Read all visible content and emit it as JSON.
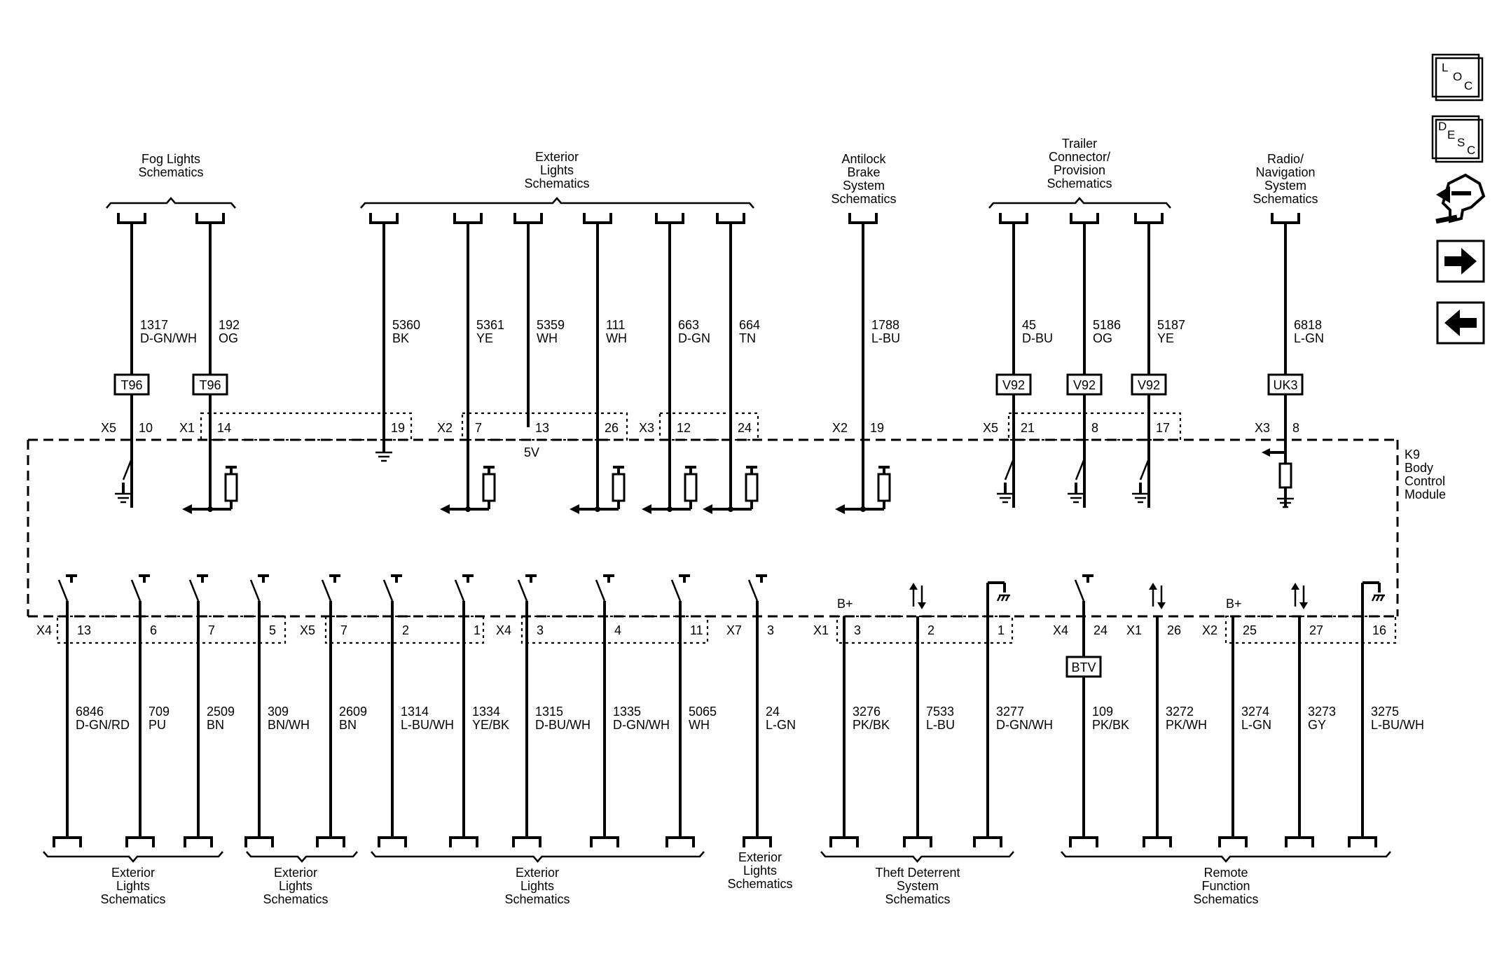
{
  "module": {
    "lines": [
      "K9",
      "Body",
      "Control",
      "Module"
    ]
  },
  "voltage_label": "5V",
  "bplus_label": "B+",
  "nav": {
    "loc": "LOC",
    "desc": "DESC"
  },
  "top_groups": [
    {
      "lines": [
        "Fog Lights",
        "Schematics"
      ]
    },
    {
      "lines": [
        "Exterior",
        "Lights",
        "Schematics"
      ]
    },
    {
      "lines": [
        "Antilock",
        "Brake",
        "System",
        "Schematics"
      ]
    },
    {
      "lines": [
        "Trailer",
        "Connector/",
        "Provision",
        "Schematics"
      ]
    },
    {
      "lines": [
        "Radio/",
        "Navigation",
        "System",
        "Schematics"
      ]
    }
  ],
  "bottom_groups": [
    {
      "lines": [
        "Exterior",
        "Lights",
        "Schematics"
      ]
    },
    {
      "lines": [
        "Exterior",
        "Lights",
        "Schematics"
      ]
    },
    {
      "lines": [
        "Exterior",
        "Lights",
        "Schematics"
      ]
    },
    {
      "lines": [
        "Exterior",
        "Lights",
        "Schematics"
      ]
    },
    {
      "lines": [
        "Theft Deterrent",
        "System",
        "Schematics"
      ]
    },
    {
      "lines": [
        "Remote",
        "Function",
        "Schematics"
      ]
    }
  ],
  "top_wires": [
    {
      "circuit": "1317",
      "color": "D-GN/WH",
      "splice": "T96",
      "connector": "X5",
      "pin": "10"
    },
    {
      "circuit": "192",
      "color": "OG",
      "splice": "T96",
      "connector": "X1",
      "pin": "14"
    },
    {
      "circuit": "5360",
      "color": "BK",
      "splice": "",
      "connector": "",
      "pin": "19"
    },
    {
      "circuit": "5361",
      "color": "YE",
      "splice": "",
      "connector": "X2",
      "pin": "7"
    },
    {
      "circuit": "5359",
      "color": "WH",
      "splice": "",
      "connector": "",
      "pin": "13"
    },
    {
      "circuit": "111",
      "color": "WH",
      "splice": "",
      "connector": "",
      "pin": "26"
    },
    {
      "circuit": "663",
      "color": "D-GN",
      "splice": "",
      "connector": "X3",
      "pin": "12"
    },
    {
      "circuit": "664",
      "color": "TN",
      "splice": "",
      "connector": "",
      "pin": "24"
    },
    {
      "circuit": "1788",
      "color": "L-BU",
      "splice": "",
      "connector": "X2",
      "pin": "19"
    },
    {
      "circuit": "45",
      "color": "D-BU",
      "splice": "V92",
      "connector": "X5",
      "pin": "21"
    },
    {
      "circuit": "5186",
      "color": "OG",
      "splice": "V92",
      "connector": "",
      "pin": "8"
    },
    {
      "circuit": "5187",
      "color": "YE",
      "splice": "V92",
      "connector": "",
      "pin": "17"
    },
    {
      "circuit": "6818",
      "color": "L-GN",
      "splice": "UK3",
      "connector": "X3",
      "pin": "8"
    }
  ],
  "bottom_wires": [
    {
      "circuit": "6846",
      "color": "D-GN/RD",
      "splice": "",
      "connector": "X4",
      "pin": "13"
    },
    {
      "circuit": "709",
      "color": "PU",
      "splice": "",
      "connector": "",
      "pin": "6"
    },
    {
      "circuit": "2509",
      "color": "BN",
      "splice": "",
      "connector": "",
      "pin": "7"
    },
    {
      "circuit": "309",
      "color": "BN/WH",
      "splice": "",
      "connector": "",
      "pin": "5"
    },
    {
      "circuit": "2609",
      "color": "BN",
      "splice": "",
      "connector": "X5",
      "pin": "7"
    },
    {
      "circuit": "1314",
      "color": "L-BU/WH",
      "splice": "",
      "connector": "",
      "pin": "2"
    },
    {
      "circuit": "1334",
      "color": "YE/BK",
      "splice": "",
      "connector": "",
      "pin": "1"
    },
    {
      "circuit": "1315",
      "color": "D-BU/WH",
      "splice": "",
      "connector": "X4",
      "pin": "3"
    },
    {
      "circuit": "1335",
      "color": "D-GN/WH",
      "splice": "",
      "connector": "",
      "pin": "4"
    },
    {
      "circuit": "5065",
      "color": "WH",
      "splice": "",
      "connector": "",
      "pin": "11"
    },
    {
      "circuit": "24",
      "color": "L-GN",
      "splice": "",
      "connector": "X7",
      "pin": "3"
    },
    {
      "circuit": "3276",
      "color": "PK/BK",
      "splice": "",
      "connector": "X1",
      "pin": "3"
    },
    {
      "circuit": "7533",
      "color": "L-BU",
      "splice": "",
      "connector": "",
      "pin": "2"
    },
    {
      "circuit": "3277",
      "color": "D-GN/WH",
      "splice": "",
      "connector": "",
      "pin": "1"
    },
    {
      "circuit": "109",
      "color": "PK/BK",
      "splice": "BTV",
      "connector": "X4",
      "pin": "24"
    },
    {
      "circuit": "3272",
      "color": "PK/WH",
      "splice": "",
      "connector": "X1",
      "pin": "26"
    },
    {
      "circuit": "3274",
      "color": "L-GN",
      "splice": "",
      "connector": "X2",
      "pin": "25"
    },
    {
      "circuit": "3273",
      "color": "GY",
      "splice": "",
      "connector": "",
      "pin": "27"
    },
    {
      "circuit": "3275",
      "color": "L-BU/WH",
      "splice": "",
      "connector": "",
      "pin": "16"
    }
  ]
}
